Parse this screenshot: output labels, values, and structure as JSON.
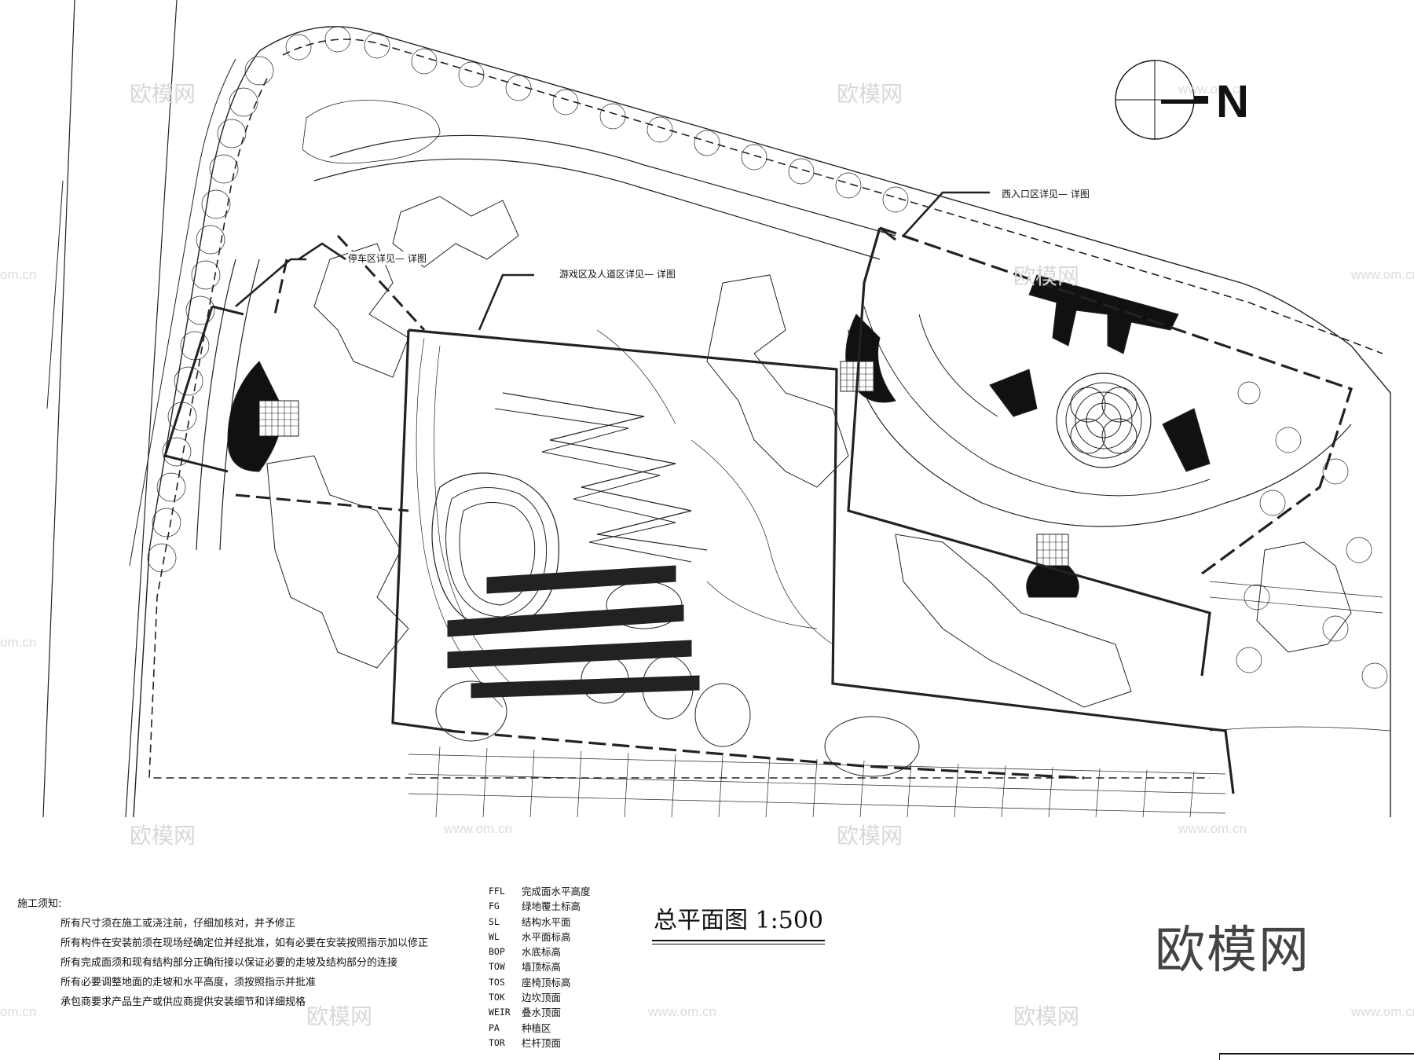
{
  "north": {
    "label": "N"
  },
  "callouts": {
    "west_entrance": "西入口区详见— 详图",
    "parking": "停车区详见— 详图",
    "play_area": "游戏区及人道区详见— 详图"
  },
  "notes": {
    "heading": "施工须知:",
    "lines": [
      "所有尺寸须在施工或浇注前，仔细加核对，并予修正",
      "所有构件在安装前须在现场经确定位并经批准，如有必要在安装按照指示加以修正",
      "所有完成面须和现有结构部分正确衔接以保证必要的走坡及结构部分的连接",
      "所有必要调整地面的走坡和水平高度，须按照指示并批准",
      "承包商要求产品生产或供应商提供安装细节和详细规格"
    ]
  },
  "legend": [
    {
      "code": "FFL",
      "desc": "完成面水平高度"
    },
    {
      "code": "FG",
      "desc": "绿地覆土标高"
    },
    {
      "code": "SL",
      "desc": "结构水平面"
    },
    {
      "code": "WL",
      "desc": "水平面标高"
    },
    {
      "code": "BOP",
      "desc": "水底标高"
    },
    {
      "code": "TOW",
      "desc": "墙顶标高"
    },
    {
      "code": "TOS",
      "desc": "座椅顶标高"
    },
    {
      "code": "TOK",
      "desc": "边坎顶面"
    },
    {
      "code": "WEIR",
      "desc": "叠水顶面"
    },
    {
      "code": "PA",
      "desc": "种植区"
    },
    {
      "code": "TOR",
      "desc": "栏杆顶面"
    }
  ],
  "drawing_title": "总平面图 1:500",
  "brand_logo": "欧模网",
  "watermarks": {
    "text": "欧模网",
    "url": "www.om.cn",
    "url_short": "om.cn"
  }
}
